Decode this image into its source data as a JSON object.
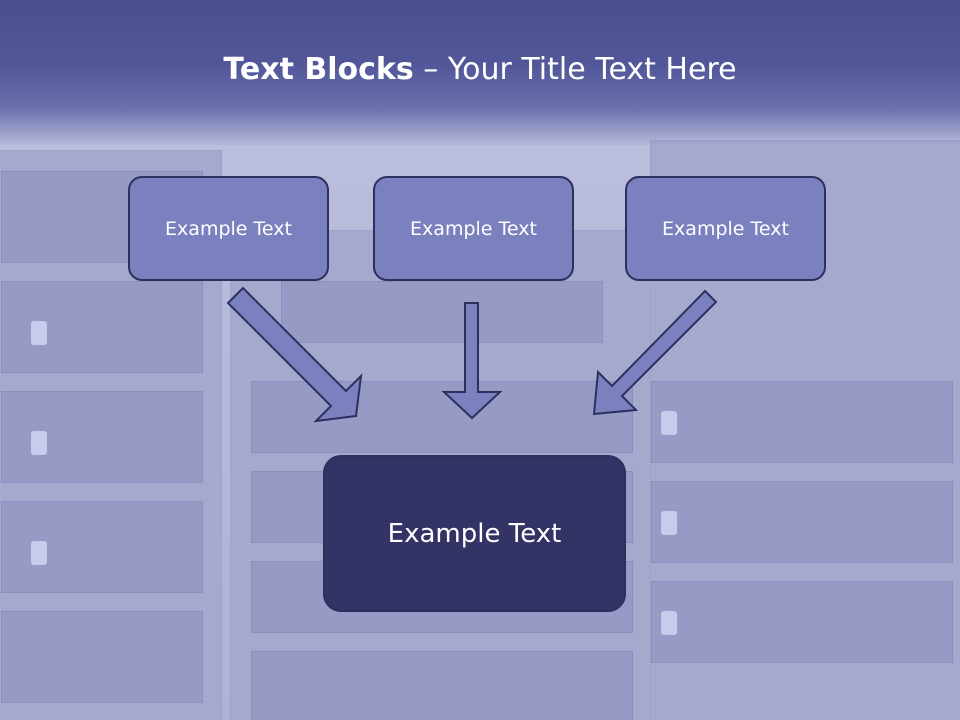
{
  "title": {
    "bold": "Text Blocks",
    "dash": " – ",
    "rest": "Your Title Text Here"
  },
  "boxes": {
    "left": "Example Text",
    "center": "Example Text",
    "right": "Example Text",
    "main": "Example Text"
  },
  "colors": {
    "header": "#4b4f8e",
    "box_fill": "#7b80bf",
    "main_fill": "#333365",
    "arrow_fill": "#7b80bf",
    "border": "#2d2f5e"
  }
}
